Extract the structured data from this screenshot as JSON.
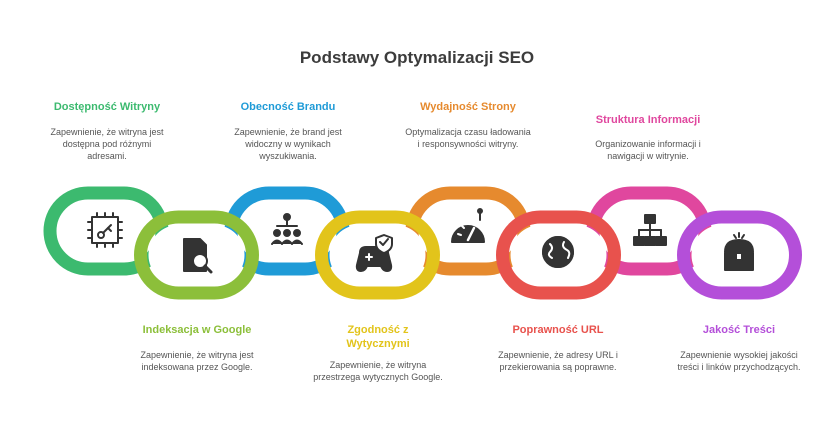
{
  "title": "Podstawy Optymalizacji SEO",
  "steps": [
    {
      "label": "Dostępność Witryny",
      "desc": "Zapewnienie, że witryna jest dostępna pod różnymi adresami.",
      "color": "#3cba6f",
      "icon": "blueprint-icon"
    },
    {
      "label": "Indeksacja w Google",
      "desc": "Zapewnienie, że witryna jest indeksowana przez Google.",
      "color": "#8cbf3a",
      "icon": "document-search-icon"
    },
    {
      "label": "Obecność Brandu",
      "desc": "Zapewnienie, że brand jest widoczny w wynikach wyszukiwania.",
      "color": "#1f9bd7",
      "icon": "network-people-icon"
    },
    {
      "label": "Zgodność z Wytycznymi",
      "desc": "Zapewnienie, że witryna przestrzega wytycznych Google.",
      "color": "#e2c41b",
      "icon": "gamepad-shield-icon"
    },
    {
      "label": "Wydajność Strony",
      "desc": "Optymalizacja czasu ładowania i responsywności witryny.",
      "color": "#e68a2e",
      "icon": "speedometer-icon"
    },
    {
      "label": "Poprawność URL",
      "desc": "Zapewnienie, że adresy URL i przekierowania są poprawne.",
      "color": "#e8524d",
      "icon": "globe-icon"
    },
    {
      "label": "Struktura Informacji",
      "desc": "Organizowanie informacji i nawigacji w witrynie.",
      "color": "#e0479e",
      "icon": "sitemap-icon"
    },
    {
      "label": "Jakość Treści",
      "desc": "Zapewnienie wysokiej jakości treści i linków przychodzących.",
      "color": "#b44fd9",
      "icon": "treasure-chest-icon"
    }
  ]
}
